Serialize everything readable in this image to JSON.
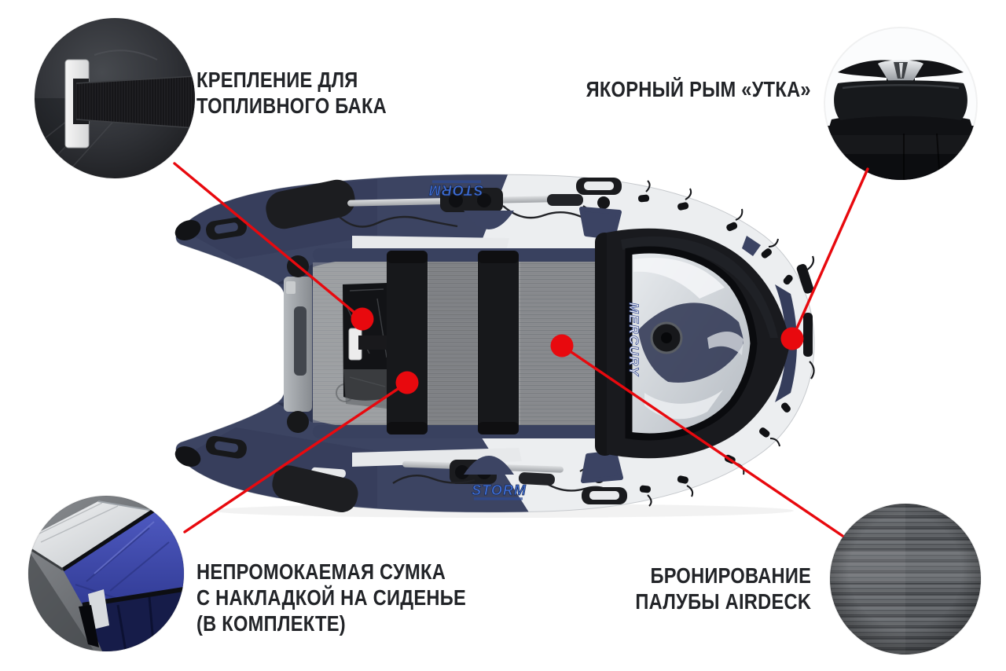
{
  "callouts": {
    "fuel_mount": {
      "lines": [
        "КРЕПЛЕНИЕ ДЛЯ",
        "ТОПЛИВНОГО БАКА"
      ]
    },
    "anchor_cleat": {
      "lines": [
        "ЯКОРНЫЙ РЫМ «УТКА»"
      ]
    },
    "waterproof_bag": {
      "lines": [
        "НЕПРОМОКАЕМАЯ СУМКА",
        "С НАКЛАДКОЙ НА СИДЕНЬЕ",
        "(В КОМПЛЕКТЕ)"
      ]
    },
    "airdeck_deck": {
      "lines": [
        "БРОНИРОВАНИЕ",
        "ПАЛУБЫ AIRDECK"
      ]
    }
  },
  "boat": {
    "canopy_brand": "MERCURY",
    "tube_brand": "STORM"
  },
  "colors": {
    "accent_red": "#e8090e",
    "navy": "#3c4462",
    "text_dark": "#222428",
    "tube_white": "#eceef0",
    "floor_gray": "#97999c"
  }
}
